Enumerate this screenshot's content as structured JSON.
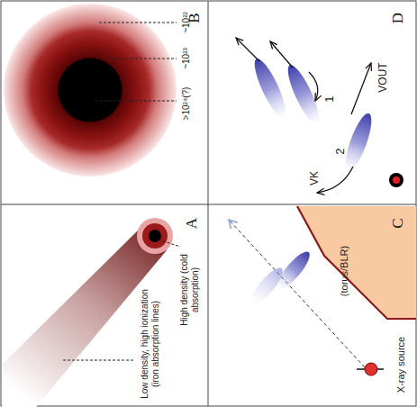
{
  "diagram": {
    "nodes": [
      {
        "text": [
          "(torus/BLR)"
        ]
      },
      {
        "text": [
          "X-ray source"
        ]
      }
    ],
    "labels": [
      "B",
      "~10²²",
      "~10²³",
      ">10²⁴(?)",
      "A",
      "High density (cold absorption)",
      "Low density, high ionization (iron absorption lines)",
      "D",
      "1",
      "VOUT",
      "2",
      "VK",
      "C"
    ]
  }
}
